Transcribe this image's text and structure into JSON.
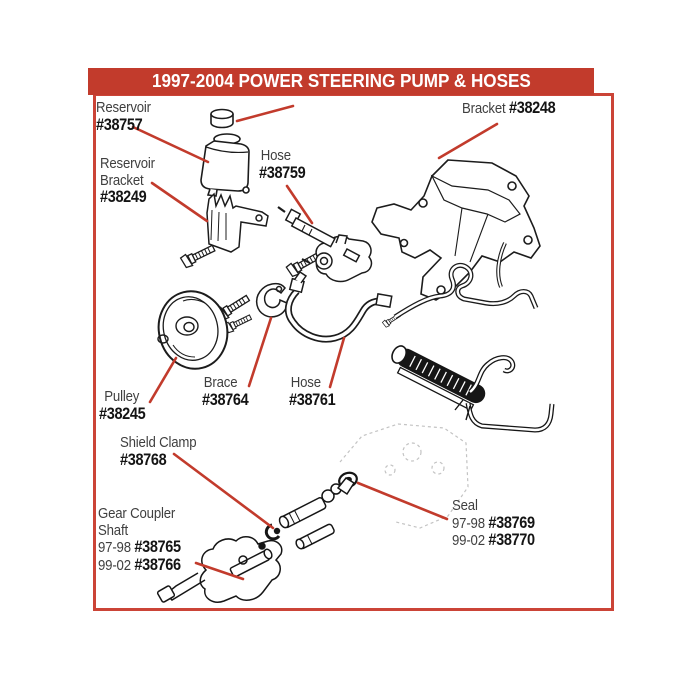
{
  "header": {
    "title": "1997-2004 POWER STEERING PUMP & HOSES"
  },
  "colors": {
    "header_bg": "#c23b2c",
    "frame_border": "#cb4437",
    "leader_line": "#c23b2c",
    "label_text": "#3f3f3f",
    "number_text": "#141414"
  },
  "parts": {
    "reservoir": {
      "name": "Reservoir",
      "number": "#38757"
    },
    "reservoir_bracket": {
      "name1": "Reservoir",
      "name2": "Bracket",
      "number": "#38249"
    },
    "hose_upper": {
      "name": "Hose",
      "number": "#38759"
    },
    "bracket": {
      "name": "Bracket",
      "number": "#38248"
    },
    "pulley": {
      "name": "Pulley",
      "number": "#38245"
    },
    "brace": {
      "name": "Brace",
      "number": "#38764"
    },
    "hose_lower": {
      "name": "Hose",
      "number": "#38761"
    },
    "shield_clamp": {
      "name": "Shield Clamp",
      "number": "#38768"
    },
    "gear_coupler_shaft": {
      "name1": "Gear Coupler",
      "name2": "Shaft",
      "v1_years": "97-98",
      "v1_number": "#38765",
      "v2_years": "99-02",
      "v2_number": "#38766"
    },
    "seal": {
      "name": "Seal",
      "v1_years": "97-98",
      "v1_number": "#38769",
      "v2_years": "99-02",
      "v2_number": "#38770"
    }
  }
}
